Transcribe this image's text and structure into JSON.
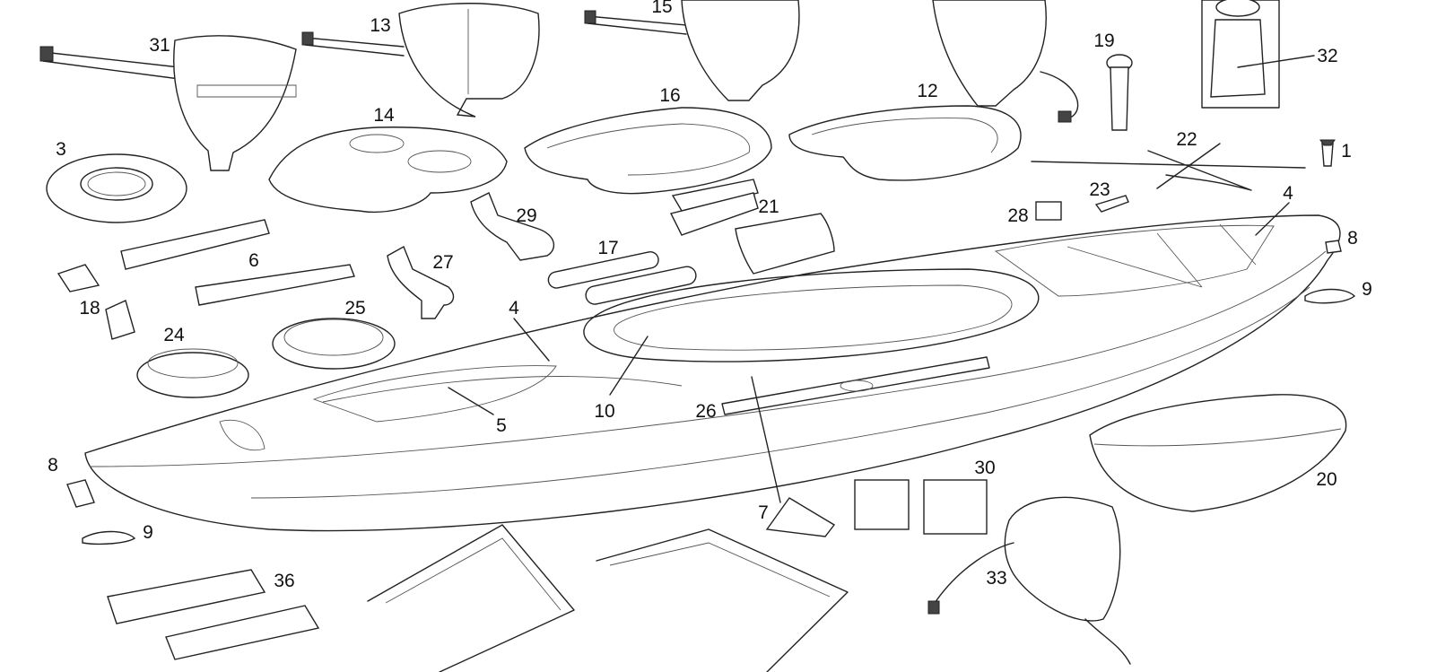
{
  "diagram": {
    "type": "exploded-parts-diagram",
    "subject": "kayak",
    "part_labels": {
      "p31": "31",
      "p13": "13",
      "p15": "15",
      "p19": "19",
      "p32": "32",
      "p16": "16",
      "p12": "12",
      "p14": "14",
      "p3": "3",
      "p22": "22",
      "p1": "1",
      "p21": "21",
      "p23": "23",
      "p28": "28",
      "p4a": "4",
      "p8a": "8",
      "p9a": "9",
      "p29": "29",
      "p17": "17",
      "p27": "27",
      "p6": "6",
      "p18": "18",
      "p25": "25",
      "p4b": "4",
      "p24": "24",
      "p10": "10",
      "p5": "5",
      "p26": "26",
      "p8b": "8",
      "p30": "30",
      "p20": "20",
      "p7": "7",
      "p9b": "9",
      "p36": "36",
      "p33": "33"
    }
  }
}
